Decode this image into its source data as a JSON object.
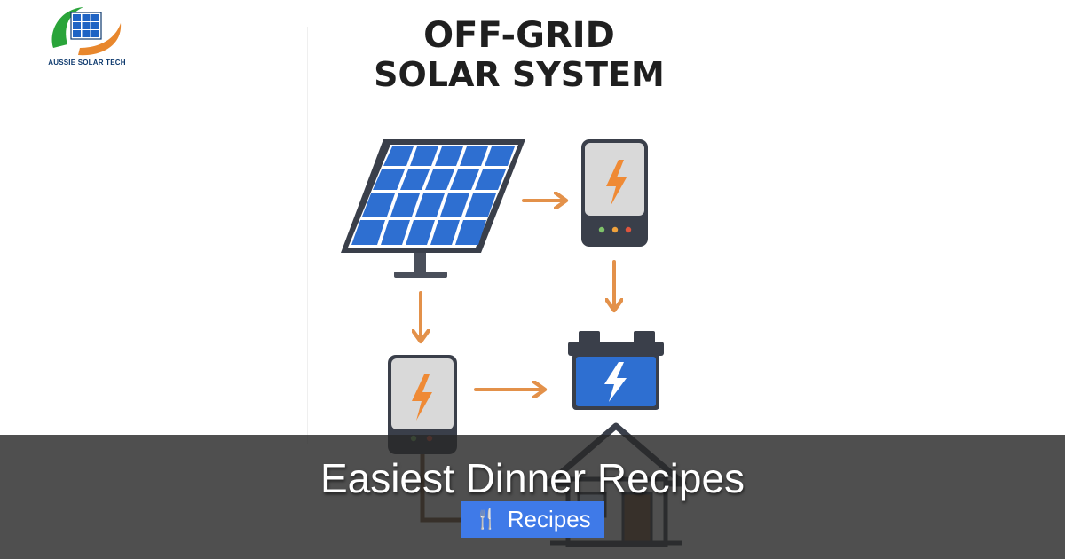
{
  "logo": {
    "text": "AUSSIE SOLAR TECH",
    "colors": {
      "green": "#2aa43a",
      "orange": "#e8872d",
      "blue": "#1e63c4"
    }
  },
  "diagram": {
    "title_line1": "OFF-GRID",
    "title_line2": "SOLAR SYSTEM",
    "components": [
      "solar-panel",
      "charge-controller",
      "inverter",
      "battery",
      "house"
    ],
    "colors": {
      "panel_blue": "#2e6fd1",
      "arrow_orange": "#e3914a",
      "bolt_orange": "#ef8a35",
      "device_gray": "#d9d9d9",
      "outline": "#3a3f4a"
    }
  },
  "overlay": {
    "title": "Easiest Dinner Recipes",
    "badge_icon": "fork-knife-icon",
    "badge_label": "Recipes",
    "badge_color": "#3f7ae8"
  }
}
